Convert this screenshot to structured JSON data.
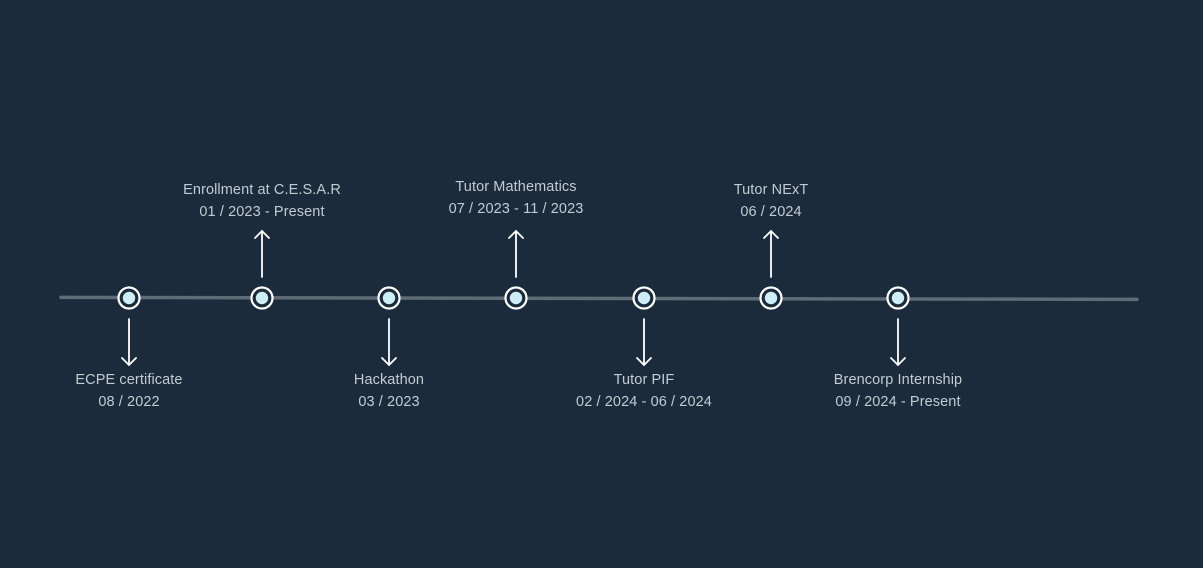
{
  "colors": {
    "background": "#1b2b3b",
    "axis": "#5f6b76",
    "marker_fill": "#cdeef4",
    "marker_stroke": "#ffffff",
    "arrow": "#ffffff",
    "text": "#c3cbd2"
  },
  "events": [
    {
      "title": "ECPE certificate",
      "date": "08 / 2022",
      "side": "below"
    },
    {
      "title": "Enrollment at C.E.S.A.R",
      "date": "01 / 2023 - Present",
      "side": "above"
    },
    {
      "title": "Hackathon",
      "date": "03 / 2023",
      "side": "below"
    },
    {
      "title": "Tutor Mathematics",
      "date": "07 / 2023 - 11 / 2023",
      "side": "above"
    },
    {
      "title": "Tutor PIF",
      "date": "02 / 2024 - 06 / 2024",
      "side": "below"
    },
    {
      "title": "Tutor NExT",
      "date": "06 / 2024",
      "side": "above"
    },
    {
      "title": "Brencorp Internship",
      "date": "09 / 2024 - Present",
      "side": "below"
    }
  ]
}
